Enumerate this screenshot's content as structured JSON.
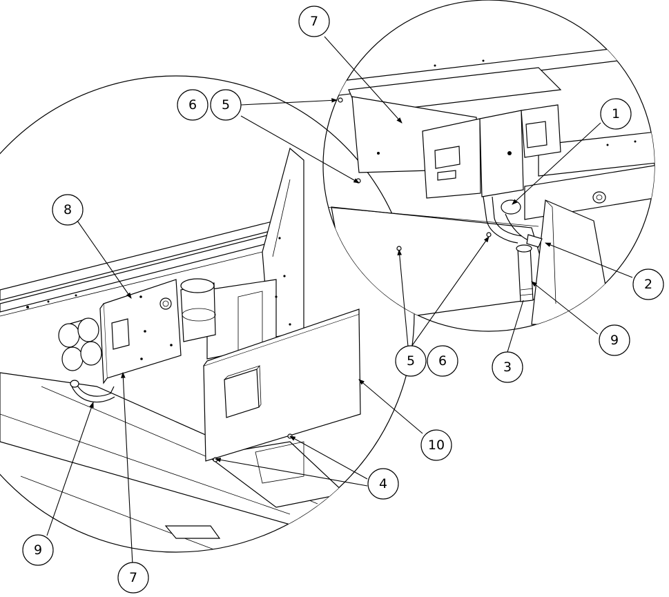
{
  "callouts": {
    "c1": "1",
    "c2": "2",
    "c3": "3",
    "c4": "4",
    "c5a": "5",
    "c5b": "5",
    "c6a": "6",
    "c6b": "6",
    "c7a": "7",
    "c7b": "7",
    "c8": "8",
    "c9a": "9",
    "c9b": "9",
    "c10": "10"
  },
  "colors": {
    "line": "#000000",
    "background": "#ffffff"
  }
}
